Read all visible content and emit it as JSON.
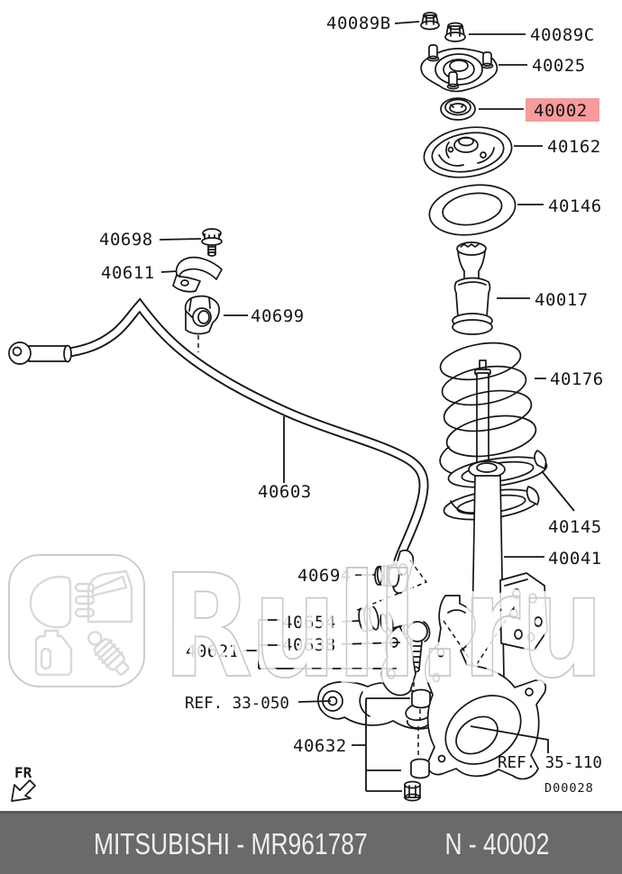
{
  "parts": {
    "n40089B": "40089B",
    "n40089C": "40089C",
    "n40025": "40025",
    "n40002": "40002",
    "n40162": "40162",
    "n40146": "40146",
    "n40017": "40017",
    "n40176": "40176",
    "n40145": "40145",
    "n40041": "40041",
    "n40698": "40698",
    "n40611": "40611",
    "n40699": "40699",
    "n40603": "40603",
    "n40694": "40694",
    "n40654": "40654",
    "n40638": "40638",
    "n40621": "40621",
    "n40632": "40632"
  },
  "references": {
    "lower_arm": "REF. 33-050",
    "knuckle": "REF. 35-110"
  },
  "drawing_code": "D00028",
  "direction_label": "FR",
  "watermark": {
    "text": "Rull.ru"
  },
  "highlight": {
    "part": "40002",
    "background": "#f79b9b",
    "text_color": "#9b2323"
  },
  "footer": {
    "left": "MITSUBISHI - MR961787",
    "right": "N - 40002",
    "background": "#6a6a6a",
    "text_color": "#efefef"
  }
}
